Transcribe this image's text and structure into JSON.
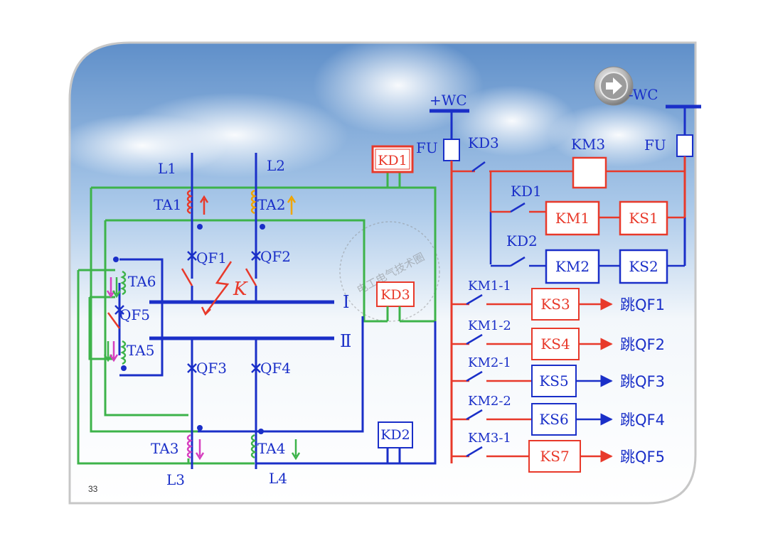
{
  "slide": {
    "page_number": "33",
    "watermark": "电工电气技术圈"
  },
  "colors": {
    "primary": "#1a2fc8",
    "control": "#e8392a",
    "current_loop": "#3db34a",
    "coil_text": "#1a2fc8",
    "ks_text": "#d73027"
  },
  "left": {
    "lines": {
      "l1": "L1",
      "l2": "L2",
      "l3": "L3",
      "l4": "L4"
    },
    "ct": {
      "ta1": "TA1",
      "ta2": "TA2",
      "ta3": "TA3",
      "ta4": "TA4",
      "ta5": "TA5",
      "ta6": "TA6"
    },
    "breakers": {
      "qf1": "QF1",
      "qf2": "QF2",
      "qf3": "QF3",
      "qf4": "QF4",
      "qf5": "QF5"
    },
    "fault_label": "K",
    "bus1": "Ⅰ",
    "bus2": "Ⅱ",
    "relays": {
      "kd1": "KD1",
      "kd2": "KD2",
      "kd3": "KD3"
    }
  },
  "right": {
    "plus_wc": "+WC",
    "minus_wc": "-WC",
    "fu_left": "FU",
    "fu_right": "FU",
    "kd3_contact": "KD3",
    "km3_coil": "KM3",
    "kd1_contact": "KD1",
    "kd2_contact": "KD2",
    "km1": "KM1",
    "ks1": "KS1",
    "km2": "KM2",
    "ks2": "KS2",
    "trip_rows": [
      {
        "contact": "KM1-1",
        "relay": "KS3",
        "action": "跳QF1"
      },
      {
        "contact": "KM1-2",
        "relay": "KS4",
        "action": "跳QF2"
      },
      {
        "contact": "KM2-1",
        "relay": "KS5",
        "action": "跳QF3"
      },
      {
        "contact": "KM2-2",
        "relay": "KS6",
        "action": "跳QF4"
      },
      {
        "contact": "KM3-1",
        "relay": "KS7",
        "action": "跳QF5"
      }
    ]
  }
}
